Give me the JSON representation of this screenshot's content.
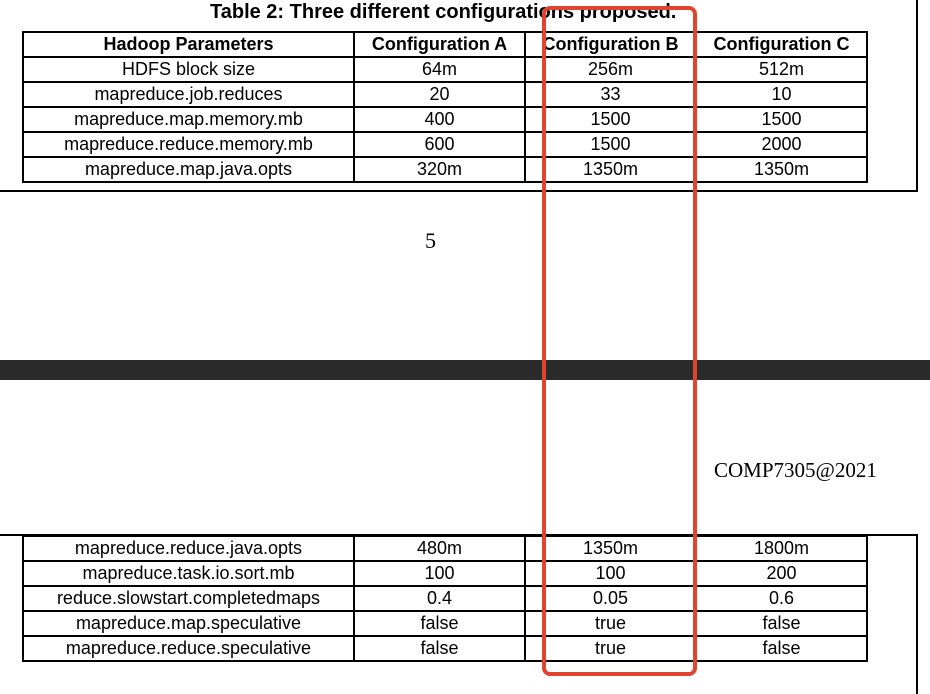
{
  "document": {
    "table_title": "Table 2: Three different configurations proposed.",
    "headers": [
      "Hadoop Parameters",
      "Configuration A",
      "Configuration B",
      "Configuration C"
    ],
    "rows_top": [
      [
        "HDFS block size",
        "64m",
        "256m",
        "512m"
      ],
      [
        "mapreduce.job.reduces",
        "20",
        "33",
        "10"
      ],
      [
        "mapreduce.map.memory.mb",
        "400",
        "1500",
        "1500"
      ],
      [
        "mapreduce.reduce.memory.mb",
        "600",
        "1500",
        "2000"
      ],
      [
        "mapreduce.map.java.opts",
        "320m",
        "1350m",
        "1350m"
      ]
    ],
    "page_number": "5",
    "footer": "COMP7305@2021",
    "rows_bottom": [
      [
        "mapreduce.reduce.java.opts",
        "480m",
        "1350m",
        "1800m"
      ],
      [
        "mapreduce.task.io.sort.mb",
        "100",
        "100",
        "200"
      ],
      [
        "reduce.slowstart.completedmaps",
        "0.4",
        "0.05",
        "0.6"
      ],
      [
        "mapreduce.map.speculative",
        "false",
        "true",
        "false"
      ],
      [
        "mapreduce.reduce.speculative",
        "false",
        "true",
        "false"
      ]
    ]
  },
  "colors": {
    "highlight": "#e0442e",
    "separator": "#2b2b2b"
  }
}
